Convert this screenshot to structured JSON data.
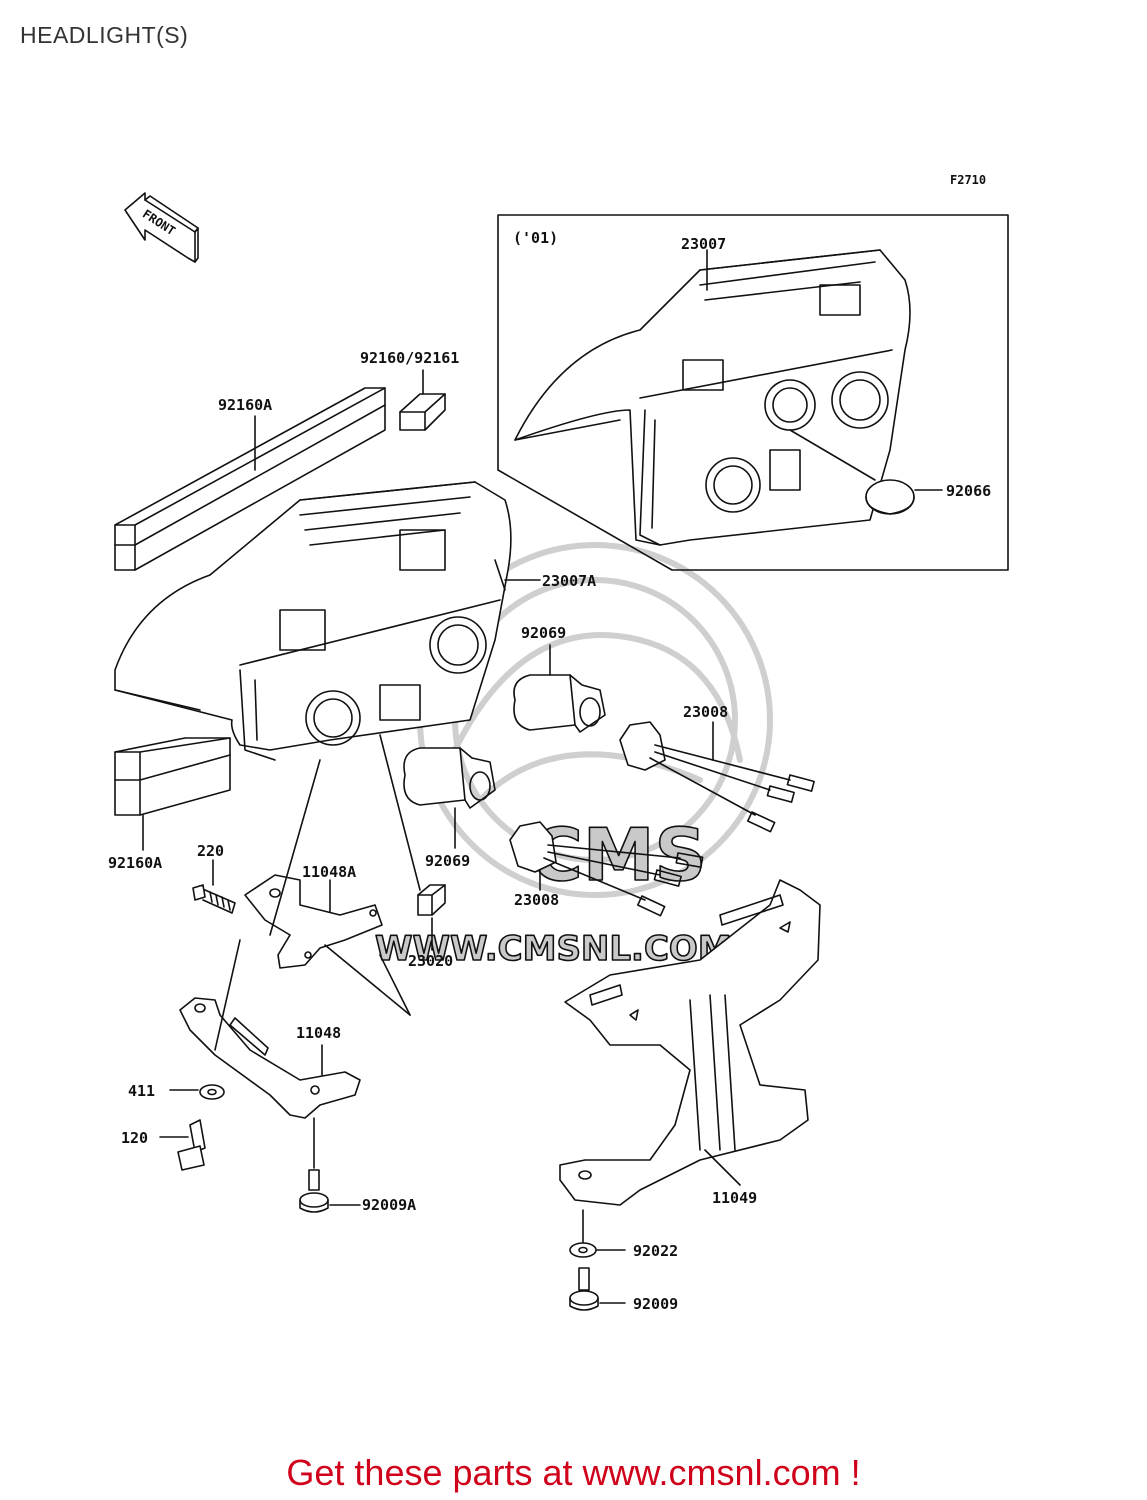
{
  "title": "HEADLIGHT(S)",
  "figure_code": "F2710",
  "variant_label": "('01)",
  "front_label": "FRONT",
  "watermark_text": "WWW.CMSNL.COM",
  "watermark_logo": "CMS",
  "promo": "Get these parts at www.cmsnl.com !",
  "colors": {
    "promo": "#d0021b",
    "ink": "#111111",
    "watermark": "#c9c9c9"
  },
  "parts": {
    "p23007": "23007",
    "p92066": "92066",
    "p92160_92161": "92160/92161",
    "p92160A_top": "92160A",
    "p23007A": "23007A",
    "p92069_top": "92069",
    "p23008_top": "23008",
    "p92069_bot": "92069",
    "p23008_bot": "23008",
    "p92160A_bot": "92160A",
    "p220": "220",
    "p11048A": "11048A",
    "p23020": "23020",
    "p11048": "11048",
    "p411": "411",
    "p120": "120",
    "p92009A": "92009A",
    "p11049": "11049",
    "p92022": "92022",
    "p92009": "92009"
  }
}
